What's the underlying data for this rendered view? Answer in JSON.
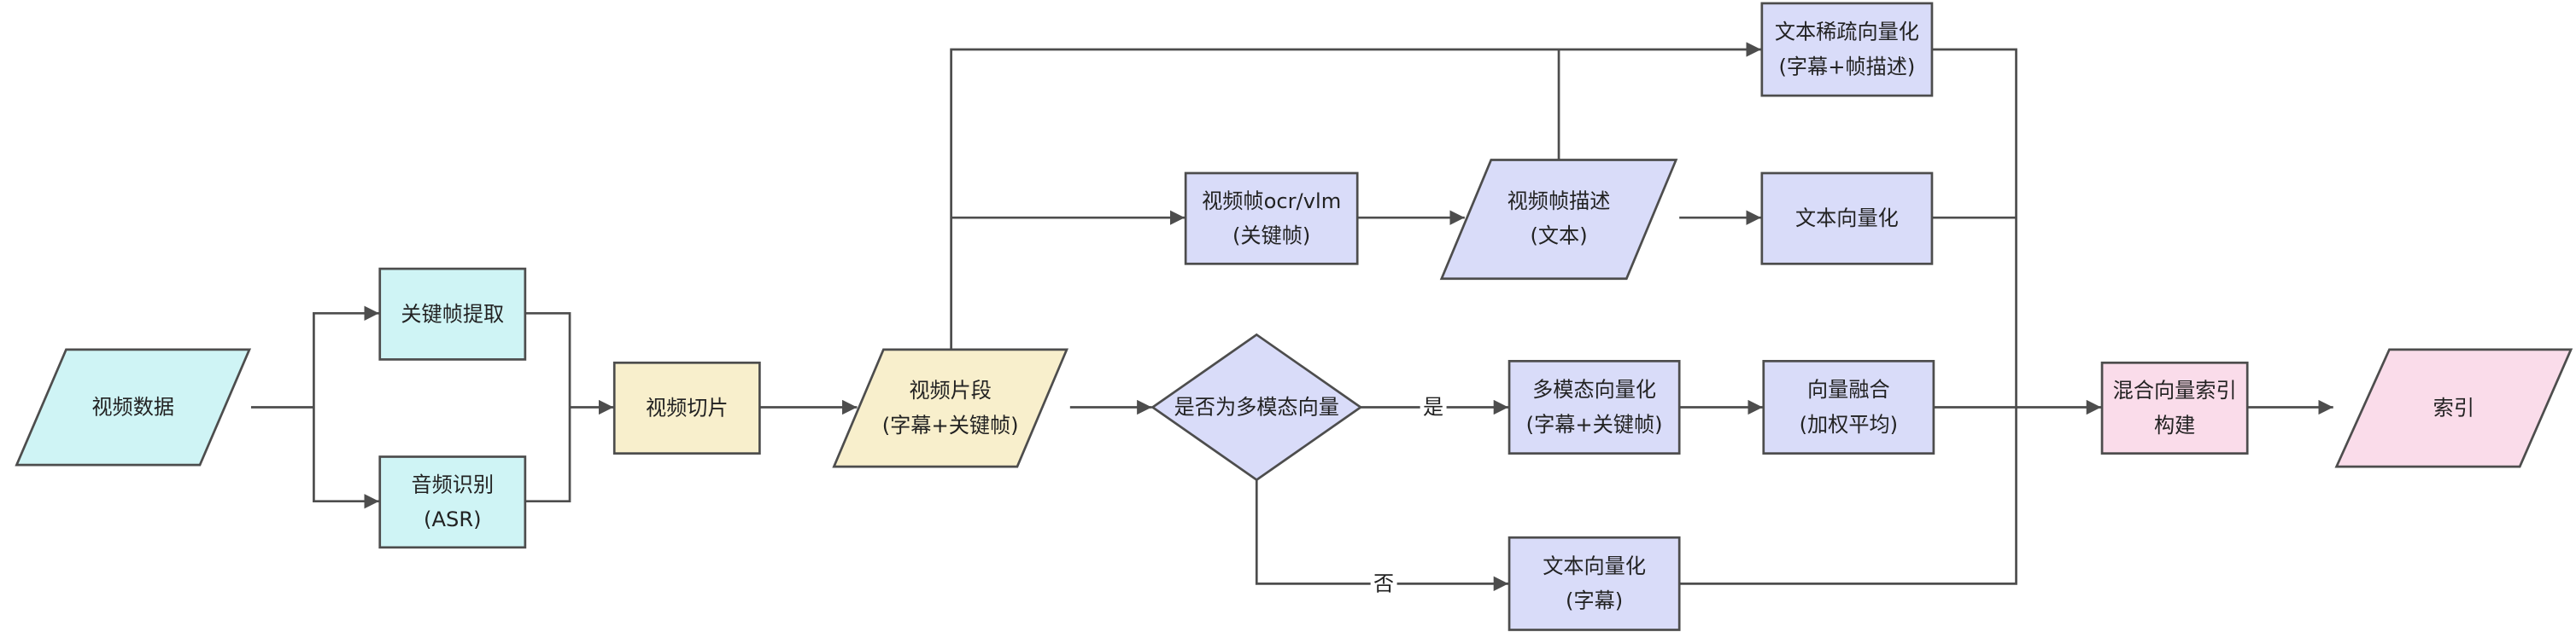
{
  "diagram": {
    "nodes": {
      "video_data": {
        "fill": "#cff4f5",
        "lines": [
          "视频数据"
        ]
      },
      "keyframe_extract": {
        "fill": "#cff4f5",
        "lines": [
          "关键帧提取"
        ]
      },
      "audio_asr": {
        "fill": "#cff4f5",
        "lines": [
          "音频识别",
          "(ASR)"
        ]
      },
      "video_slicing": {
        "fill": "#f8efcc",
        "lines": [
          "视频切片"
        ]
      },
      "video_segment": {
        "fill": "#f8efcc",
        "lines": [
          "视频片段",
          "(字幕+关键帧)"
        ]
      },
      "frame_ocr_vlm": {
        "fill": "#d9dcf9",
        "lines": [
          "视频帧ocr/vlm",
          "(关键帧)"
        ]
      },
      "frame_description": {
        "fill": "#d9dcf9",
        "lines": [
          "视频帧描述",
          "(文本)"
        ]
      },
      "text_sparse_vectorize": {
        "fill": "#d9dcf9",
        "lines": [
          "文本稀疏向量化",
          "(字幕+帧描述)"
        ]
      },
      "text_vectorize": {
        "fill": "#d9dcf9",
        "lines": [
          "文本向量化"
        ]
      },
      "is_multimodal": {
        "fill": "#d9dcf9",
        "lines": [
          "是否为多模态向量"
        ]
      },
      "multimodal_vectorize": {
        "fill": "#d9dcf9",
        "lines": [
          "多模态向量化",
          "(字幕+关键帧)"
        ]
      },
      "text_vectorize_subtitle": {
        "fill": "#d9dcf9",
        "lines": [
          "文本向量化",
          "(字幕)"
        ]
      },
      "vector_fusion": {
        "fill": "#d9dcf9",
        "lines": [
          "向量融合",
          "(加权平均)"
        ]
      },
      "hybrid_index_build": {
        "fill": "#fadcea",
        "lines": [
          "混合向量索引",
          "构建"
        ]
      },
      "index": {
        "fill": "#fadcea",
        "lines": [
          "索引"
        ]
      }
    },
    "edge_labels": {
      "yes": "是",
      "no": "否"
    }
  }
}
